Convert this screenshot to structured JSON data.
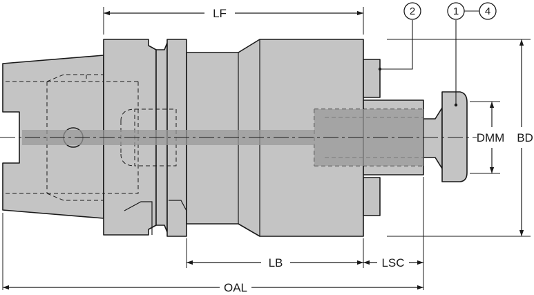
{
  "dimensions": {
    "lf": "LF",
    "lb": "LB",
    "lsc": "LSC",
    "oal": "OAL",
    "dmm": "DMM",
    "bd": "BD"
  },
  "callouts": {
    "part_2": "2",
    "part_1": "1",
    "part_4": "4"
  },
  "colors": {
    "body_fill": "#c4c4c4",
    "core_fill": "#9a9a9a",
    "outline": "#1a1a1a",
    "background": "#ffffff"
  }
}
